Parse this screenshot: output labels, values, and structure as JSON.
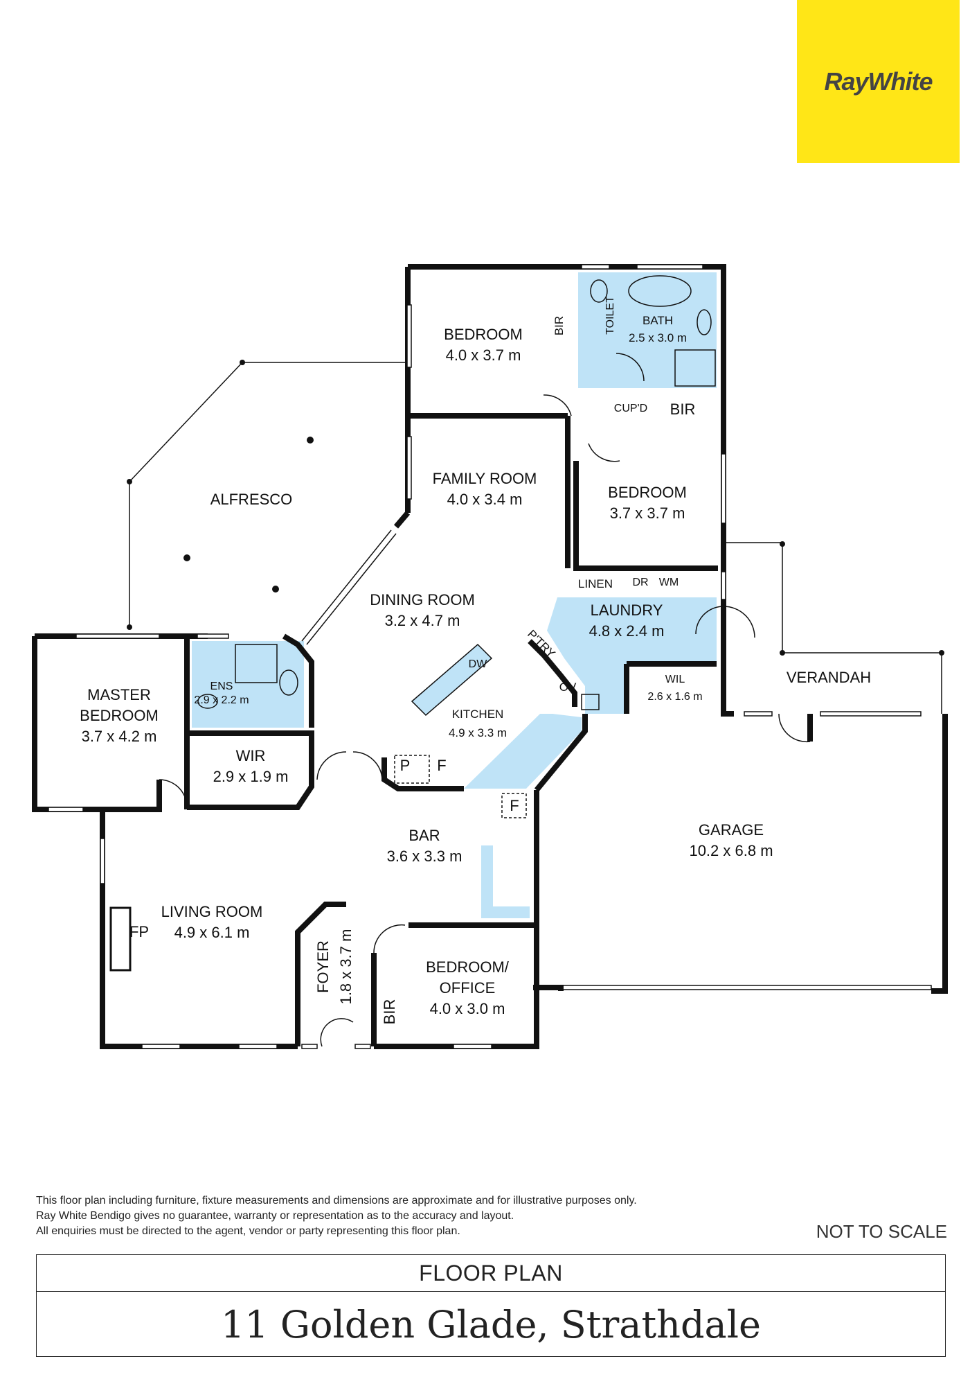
{
  "brand": {
    "logo_text": "RayWhite",
    "color": "#ffe617"
  },
  "rooms": {
    "bedroom_top": {
      "name": "BEDROOM",
      "size": "4.0 x 3.7 m"
    },
    "bir_top": "BIR",
    "toilet": "TOILET",
    "bath": {
      "name": "BATH",
      "size": "2.5 x 3.0 m"
    },
    "cupd": "CUP'D",
    "bir_right": "BIR",
    "family": {
      "name": "FAMILY ROOM",
      "size": "4.0 x 3.4 m"
    },
    "bedroom_right": {
      "name": "BEDROOM",
      "size": "3.7 x 3.7 m"
    },
    "alfresco": "ALFRESCO",
    "dining": {
      "name": "DINING ROOM",
      "size": "3.2 x 4.7 m"
    },
    "linen": "LINEN",
    "dr": "DR",
    "wm": "WM",
    "laundry": {
      "name": "LAUNDRY",
      "size": "4.8 x 2.4 m"
    },
    "ptry": "P'TRY",
    "ov": "OV",
    "wil": {
      "name": "WIL",
      "size": "2.6 x 1.6 m"
    },
    "verandah": "VERANDAH",
    "master": {
      "line1": "MASTER",
      "line2": "BEDROOM",
      "size": "3.7 x 4.2 m"
    },
    "ens": {
      "name": "ENS",
      "size": "2.9 x 2.2 m"
    },
    "dw": "DW",
    "kitchen": {
      "name": "KITCHEN",
      "size": "4.9 x 3.3 m"
    },
    "wir": {
      "name": "WIR",
      "size": "2.9 x 1.9 m"
    },
    "p": "P",
    "f1": "F",
    "f2": "F",
    "garage": {
      "name": "GARAGE",
      "size": "10.2 x 6.8 m"
    },
    "bar": {
      "name": "BAR",
      "size": "3.6 x 3.3 m"
    },
    "living": {
      "name": "LIVING ROOM",
      "size": "4.9 x 6.1 m"
    },
    "fp": "FP",
    "foyer": {
      "name": "FOYER",
      "size": "1.8 x 3.7 m"
    },
    "office": {
      "line1": "BEDROOM/",
      "line2": "OFFICE",
      "size": "4.0 x 3.0 m"
    },
    "bir_office": "BIR"
  },
  "disclaimer": [
    "This floor plan including furniture, fixture measurements and dimensions are approximate and for illustrative purposes only.",
    "Ray White Bendigo gives no guarantee, warranty or representation as to the accuracy and layout.",
    "All enquiries must be directed to the agent, vendor or party representing this floor plan."
  ],
  "not_to_scale": "NOT TO SCALE",
  "footer": {
    "label": "FLOOR PLAN",
    "address": "11 Golden Glade, Strathdale"
  },
  "colors": {
    "wet_area": "#bfe3f7",
    "wall": "#111111"
  }
}
